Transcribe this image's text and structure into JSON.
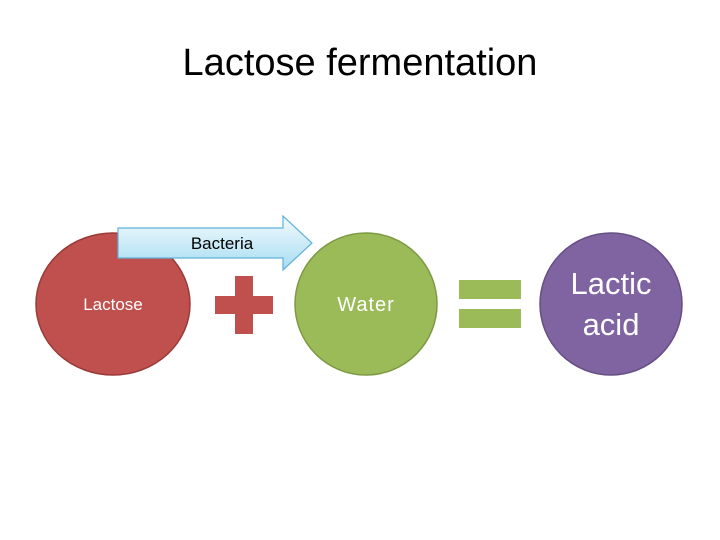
{
  "title": "Lactose fermentation",
  "arrow_label": "Bacteria",
  "circles": [
    {
      "label": "Lactose",
      "fill": "#c0504d",
      "stroke": "#9b3a38"
    },
    {
      "label": "Water",
      "fill": "#9bbb59",
      "stroke": "#7d9a43"
    },
    {
      "label_lines": [
        "Lactic",
        "acid"
      ],
      "fill": "#8064a2",
      "stroke": "#664f84"
    }
  ],
  "operators": {
    "plus": {
      "symbol": "plus",
      "color": "#c0504d"
    },
    "equals": {
      "symbol": "equals",
      "color": "#9bbb59"
    }
  },
  "arrow_colors": {
    "top": "#f4fbfe",
    "bottom": "#a6dcf2",
    "stroke": "#5fb2d8"
  }
}
